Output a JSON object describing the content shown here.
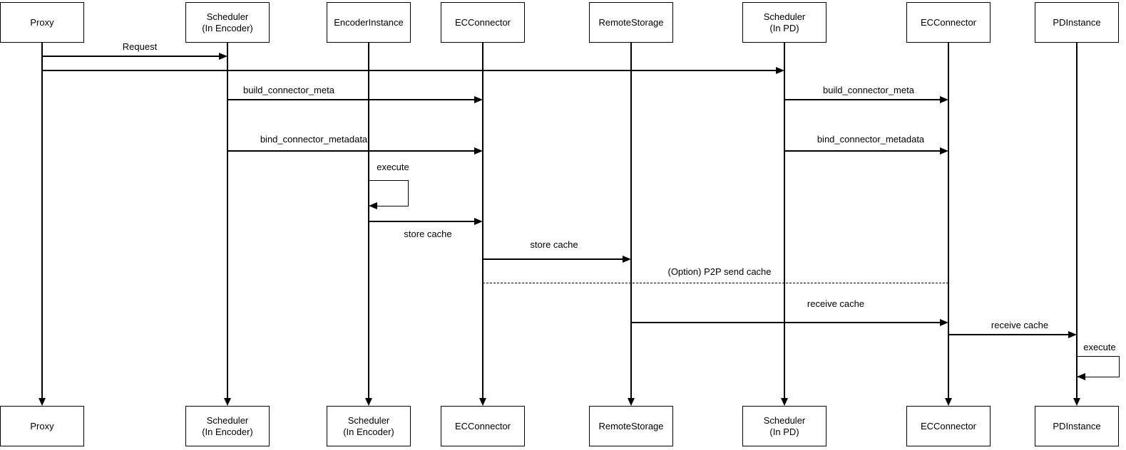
{
  "diagram": {
    "type": "sequence-diagram",
    "background_color": "#ffffff",
    "line_color": "#000000",
    "text_color": "#000000"
  },
  "actors": [
    {
      "id": "proxy",
      "top_label": "Proxy",
      "bottom_label": "Proxy"
    },
    {
      "id": "scheduler-encoder",
      "top_label": "Scheduler\n(In Encoder)",
      "bottom_label": "Scheduler\n(In Encoder)"
    },
    {
      "id": "encoder-instance",
      "top_label": "EncoderInstance",
      "bottom_label": "Scheduler\n(In Encoder)"
    },
    {
      "id": "ec-connector-encoder",
      "top_label": "ECConnector",
      "bottom_label": "ECConnector"
    },
    {
      "id": "remote-storage",
      "top_label": "RemoteStorage",
      "bottom_label": "RemoteStorage"
    },
    {
      "id": "scheduler-pd",
      "top_label": "Scheduler\n(In PD)",
      "bottom_label": "Scheduler\n(In PD)"
    },
    {
      "id": "ec-connector-pd",
      "top_label": "ECConnector",
      "bottom_label": "ECConnector"
    },
    {
      "id": "pd-instance",
      "top_label": "PDInstance",
      "bottom_label": "PDInstance"
    }
  ],
  "messages": [
    {
      "label": "Request",
      "from": "proxy",
      "to": "scheduler-encoder",
      "style": "solid"
    },
    {
      "label": "",
      "from": "proxy",
      "to": "scheduler-pd",
      "style": "solid"
    },
    {
      "label": "build_connector_meta",
      "from": "scheduler-encoder",
      "to": "ec-connector-encoder",
      "style": "solid"
    },
    {
      "label": "build_connector_meta",
      "from": "scheduler-pd",
      "to": "ec-connector-pd",
      "style": "solid"
    },
    {
      "label": "bind_connector_metadata",
      "from": "scheduler-encoder",
      "to": "ec-connector-encoder",
      "style": "solid"
    },
    {
      "label": "bind_connector_metadata",
      "from": "scheduler-pd",
      "to": "ec-connector-pd",
      "style": "solid"
    },
    {
      "label": "execute",
      "from": "encoder-instance",
      "to": "encoder-instance",
      "style": "self"
    },
    {
      "label": "store cache",
      "from": "encoder-instance",
      "to": "ec-connector-encoder",
      "style": "solid"
    },
    {
      "label": "store cache",
      "from": "ec-connector-encoder",
      "to": "remote-storage",
      "style": "solid"
    },
    {
      "label": "(Option) P2P send cache",
      "from": "ec-connector-encoder",
      "to": "ec-connector-pd",
      "style": "dashed"
    },
    {
      "label": "receive cache",
      "from": "remote-storage",
      "to": "ec-connector-pd",
      "style": "solid"
    },
    {
      "label": "receive cache",
      "from": "ec-connector-pd",
      "to": "pd-instance",
      "style": "solid"
    },
    {
      "label": "execute",
      "from": "pd-instance",
      "to": "pd-instance",
      "style": "self"
    }
  ]
}
